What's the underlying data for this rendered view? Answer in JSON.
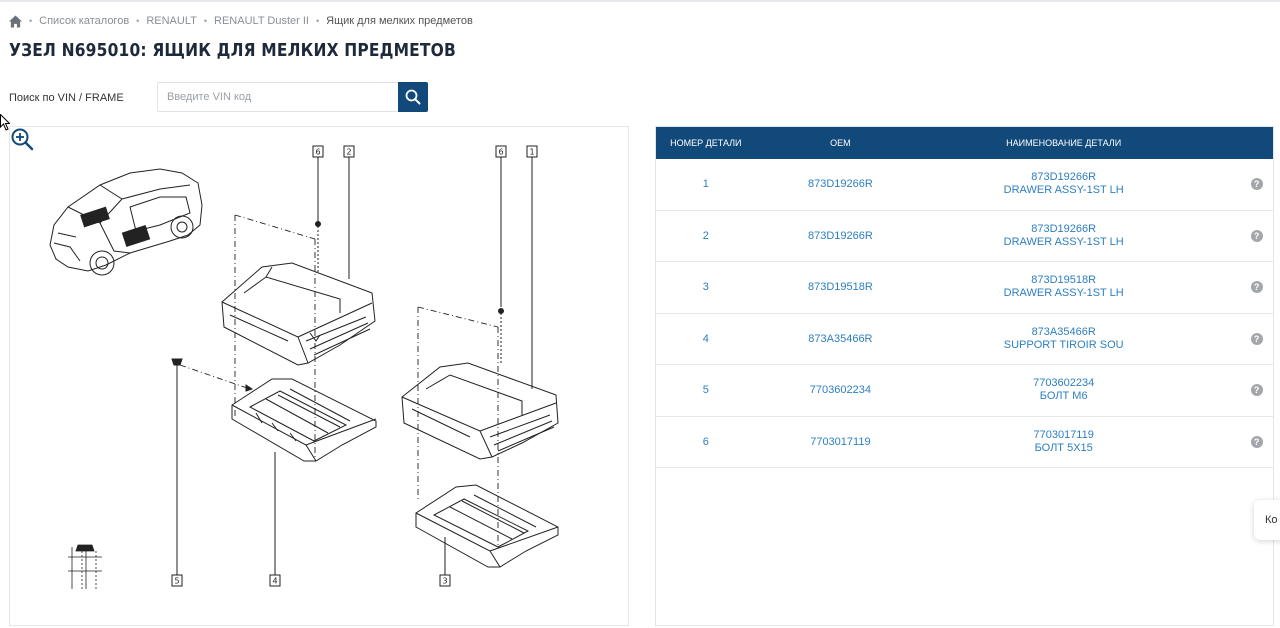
{
  "breadcrumb": {
    "items": [
      "Список каталогов",
      "RENAULT",
      "RENAULT Duster II"
    ],
    "current": "Ящик для мелких предметов"
  },
  "page": {
    "title": "УЗЕЛ N695010: ЯЩИК ДЛЯ МЕЛКИХ ПРЕДМЕТОВ"
  },
  "vin_search": {
    "label": "Поиск по VIN / FRAME",
    "placeholder": "Введите VIN код"
  },
  "diagram": {
    "callouts": [
      "1",
      "2",
      "3",
      "4",
      "5",
      "6",
      "6"
    ]
  },
  "parts_table": {
    "headers": [
      "НОМЕР ДЕТАЛИ",
      "OEM",
      "НАИМЕНОВАНИЕ ДЕТАЛИ"
    ],
    "rows": [
      {
        "num": "1",
        "oem": "873D19266R",
        "name_code": "873D19266R",
        "name": "DRAWER ASSY-1ST LH"
      },
      {
        "num": "2",
        "oem": "873D19266R",
        "name_code": "873D19266R",
        "name": "DRAWER ASSY-1ST LH"
      },
      {
        "num": "3",
        "oem": "873D19518R",
        "name_code": "873D19518R",
        "name": "DRAWER ASSY-1ST LH"
      },
      {
        "num": "4",
        "oem": "873A35466R",
        "name_code": "873A35466R",
        "name": "SUPPORT TIROIR SOU"
      },
      {
        "num": "5",
        "oem": "7703602234",
        "name_code": "7703602234",
        "name": "БОЛТ М6"
      },
      {
        "num": "6",
        "oem": "7703017119",
        "name_code": "7703017119",
        "name": "БОЛТ 5X15"
      }
    ],
    "help_symbol": "?"
  },
  "chat_widget": {
    "label": "Ко"
  },
  "colors": {
    "primary": "#10497a",
    "link": "#2d7fc1",
    "title": "#1e2a3a"
  }
}
